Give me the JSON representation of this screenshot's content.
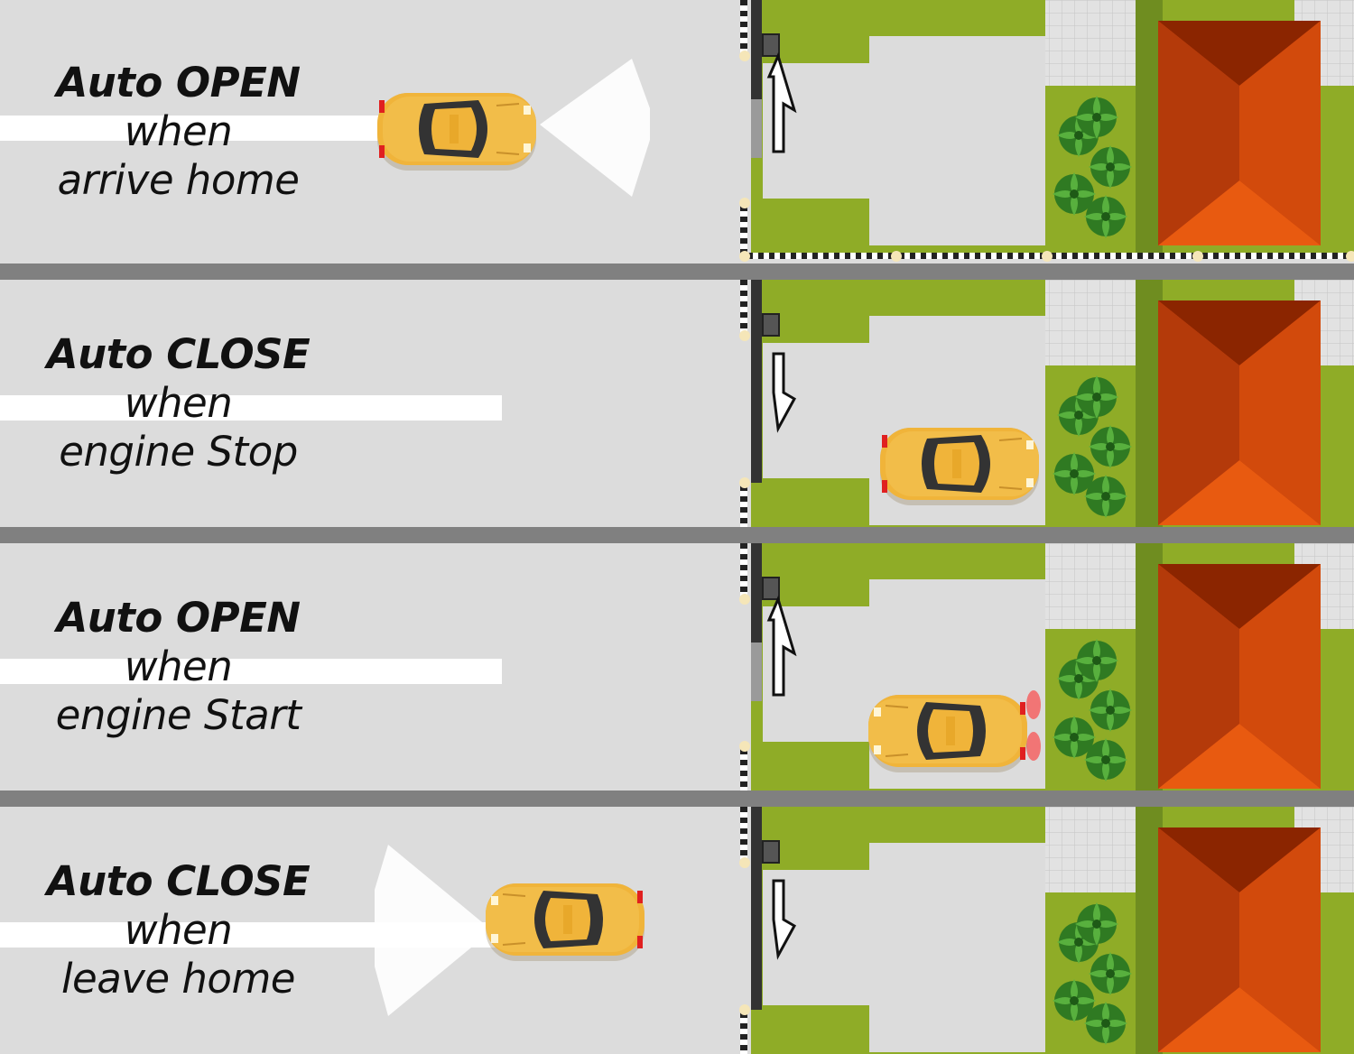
{
  "scenarios": [
    {
      "line1": "Auto OPEN",
      "line2": "when",
      "line3": "arrive home",
      "gate": "open",
      "arrow": "up",
      "car": "arriving"
    },
    {
      "line1": "Auto CLOSE",
      "line2": "when",
      "line3": "engine Stop",
      "gate": "closed",
      "arrow": "down",
      "car": "parked"
    },
    {
      "line1": "Auto OPEN",
      "line2": "when",
      "line3": "engine Start",
      "gate": "open",
      "arrow": "up",
      "car": "starting"
    },
    {
      "line1": "Auto CLOSE",
      "line2": "when",
      "line3": "leave home",
      "gate": "closed",
      "arrow": "down",
      "car": "leaving"
    }
  ],
  "colors": {
    "road": "#dcdcdc",
    "divider": "#808080",
    "lane_marking": "#ffffff",
    "lawn": "#8fac27",
    "lawn_dark": "#6d8a1f",
    "driveway": "#dcdcdc",
    "roof_dark": "#8b2500",
    "roof_mid": "#c8400c",
    "roof_light": "#e85a10",
    "car_body": "#f0b43a",
    "headlight_beam": "#ffffff",
    "tail_light": "#ff2020",
    "bush": "#3a8a2a"
  },
  "icons": [
    "car-icon",
    "headlight-beam-icon",
    "gate-arrow-icon",
    "bush-icon",
    "house-roof-icon"
  ]
}
